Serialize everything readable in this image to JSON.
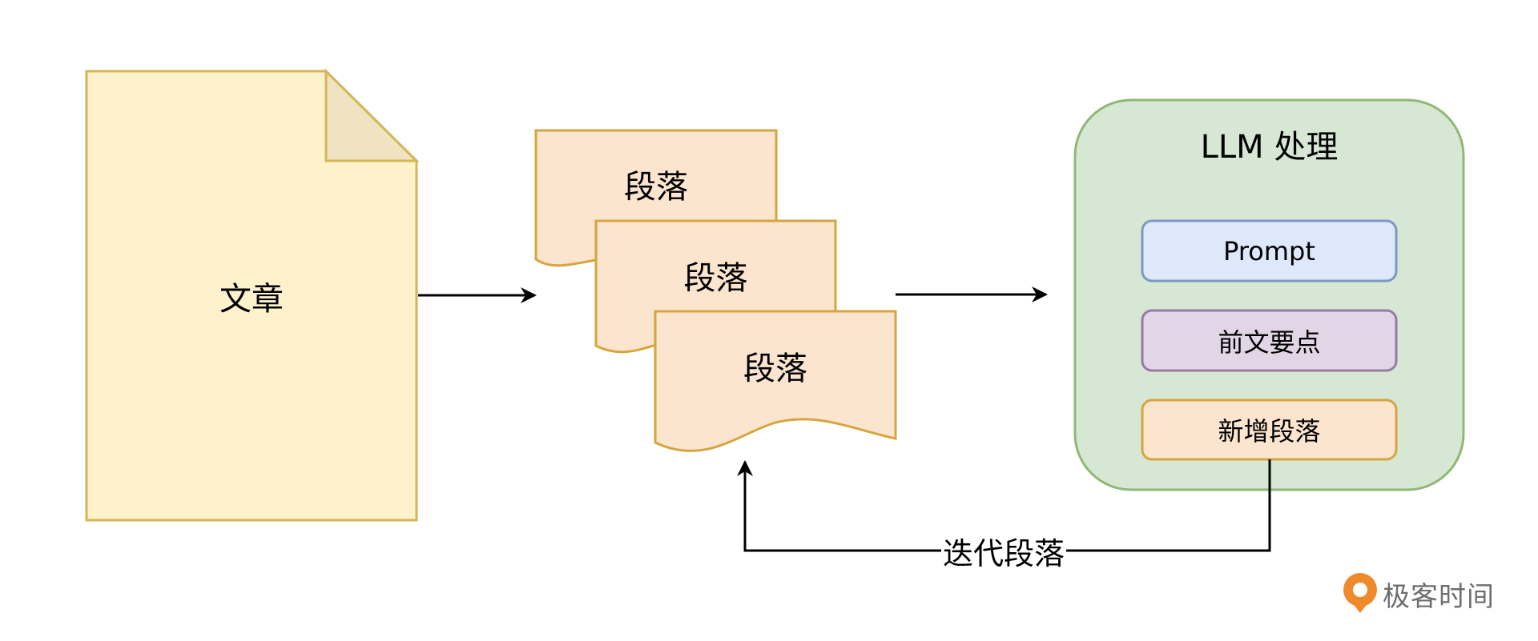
{
  "colors": {
    "document_fill": "#fdf2cc",
    "document_stroke": "#d5b656",
    "document_fold": "#efe3c2",
    "paragraph_fill": "#fce5cf",
    "paragraph_stroke": "#d6a53f",
    "llm_fill": "#d6e7d4",
    "llm_stroke": "#8fb875",
    "prompt_fill": "#dde8fa",
    "prompt_stroke": "#7c98c4",
    "context_fill": "#e2d6e6",
    "context_stroke": "#9a79a8",
    "new_para_fill": "#fce5cf",
    "new_para_stroke": "#d6a53f",
    "arrow": "#000000",
    "brand_orange": "#ee8a2b",
    "brand_text": "#6e6e6e"
  },
  "document": {
    "label": "文章"
  },
  "paragraphs": [
    {
      "label": "段落"
    },
    {
      "label": "段落"
    },
    {
      "label": "段落"
    }
  ],
  "llm": {
    "title": "LLM 处理",
    "items": [
      {
        "label": "Prompt"
      },
      {
        "label": "前文要点"
      },
      {
        "label": "新增段落"
      }
    ]
  },
  "feedback": {
    "label": "迭代段落"
  },
  "brand": {
    "name": "极客时间",
    "icon": "geektime-logo-icon"
  }
}
